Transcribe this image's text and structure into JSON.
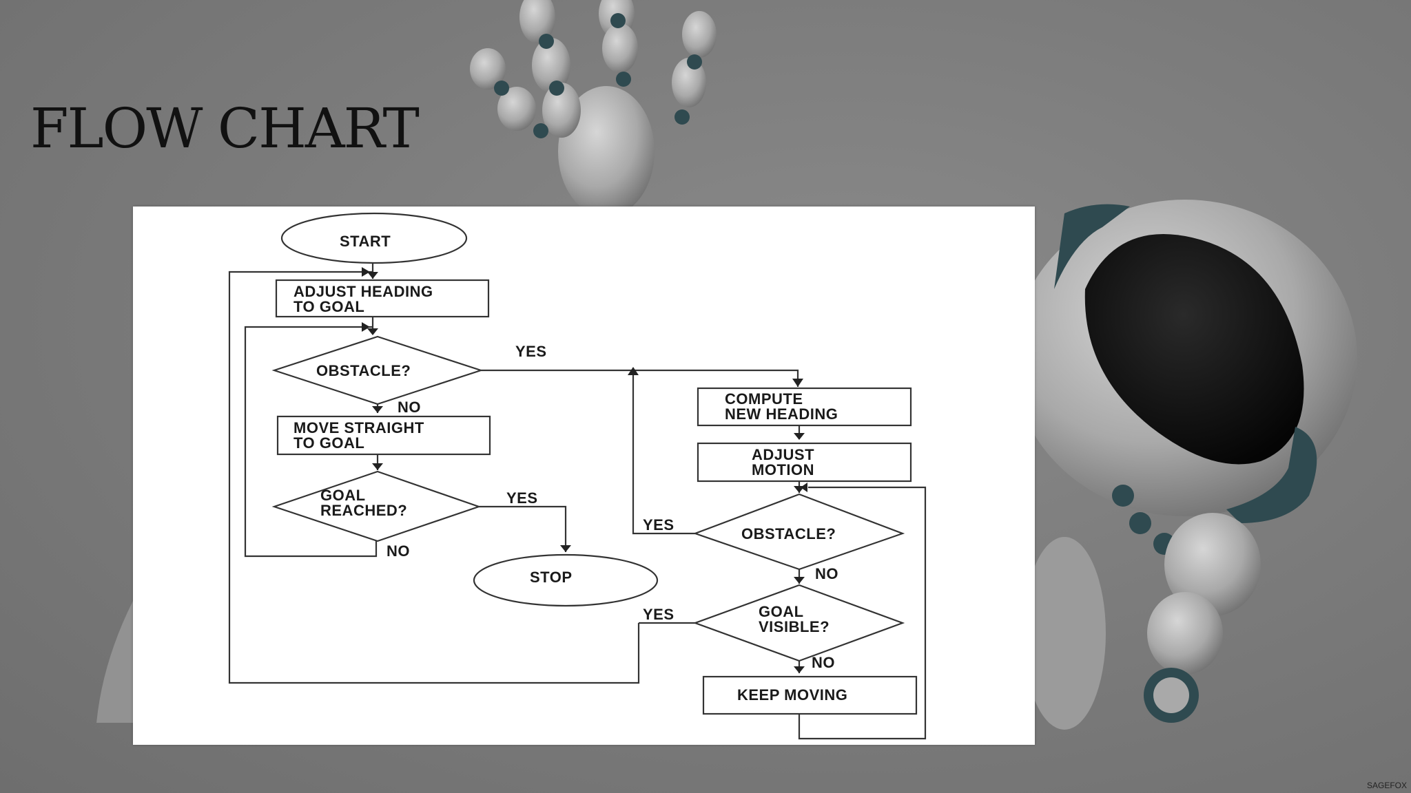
{
  "slide": {
    "title": "FLOW CHART",
    "watermark": "SAGEFOX"
  },
  "colors": {
    "background": "#7a7a7a",
    "panel": "#ffffff",
    "ink": "#222222",
    "robot_body": "#b8b8b8",
    "robot_visor": "#141414",
    "robot_joint": "#2f4a50"
  },
  "flowchart": {
    "start": "START",
    "adjust_heading_1": "ADJUST HEADING",
    "adjust_heading_2": "TO GOAL",
    "obstacle_1": "OBSTACLE?",
    "no_1": "NO",
    "yes_1": "YES",
    "move_straight_1": "MOVE STRAIGHT",
    "move_straight_2": "TO GOAL",
    "goal_reached_1": "GOAL",
    "goal_reached_2": "REACHED?",
    "yes_2": "YES",
    "no_2": "NO",
    "stop": "STOP",
    "compute_1": "COMPUTE",
    "compute_2": "NEW HEADING",
    "adjust_motion_1": "ADJUST",
    "adjust_motion_2": "MOTION",
    "obstacle_2": "OBSTACLE?",
    "yes_3": "YES",
    "no_3": "NO",
    "goal_visible_1": "GOAL",
    "goal_visible_2": "VISIBLE?",
    "yes_4": "YES",
    "no_4": "NO",
    "keep_moving": "KEEP MOVING"
  }
}
